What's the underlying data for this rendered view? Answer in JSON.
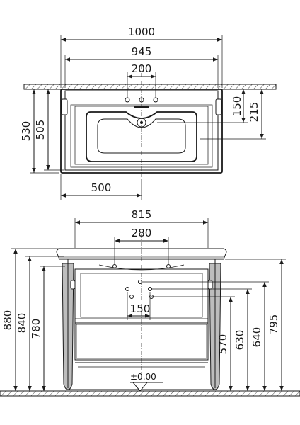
{
  "top_view": {
    "dims": {
      "width_overall": "1000",
      "width_basin": "945",
      "tap_spacing": "200",
      "depth_overall": "530",
      "depth_basin": "505",
      "tap_offset": "150",
      "wall_to_tap": "215",
      "half_width": "500"
    }
  },
  "front_view": {
    "dims": {
      "cabinet_width": "815",
      "fixing_spacing": "280",
      "waste_spacing": "150",
      "height_overall": "880",
      "height_top": "840",
      "height_cabinet": "780",
      "height_570": "570",
      "height_630": "630",
      "height_640": "640",
      "height_795": "795",
      "floor_level": "±0.00"
    }
  }
}
